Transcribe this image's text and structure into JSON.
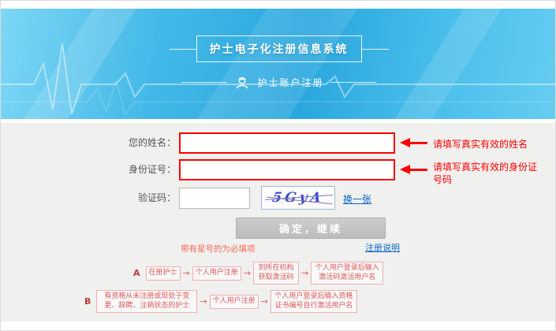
{
  "banner": {
    "title": "护士电子化注册信息系统",
    "subtitle": "护士账户注册"
  },
  "form": {
    "name": {
      "label": "您的姓名：",
      "value": "",
      "hint": "请填写真实有效的姓名"
    },
    "id": {
      "label": "身份证号：",
      "value": "",
      "hint": "请填写真实有效的身份证号码"
    },
    "captcha": {
      "label": "验证码：",
      "value": "",
      "image_text": "5GyA",
      "refresh_label": "换一张"
    },
    "submit_label": "确定，继续",
    "required_note": "带有星号的为必填项",
    "help_link": "注册说明"
  },
  "flows": [
    {
      "label": "A",
      "steps": [
        "在册护士",
        "个人用户注册",
        "到所在机构获取激活码",
        "个人用户登录后输入激活码激活用户名"
      ]
    },
    {
      "label": "B",
      "steps": [
        "有资格从未注册或现处于变更、辞聘、注销状态的护士",
        "个人用户注册",
        "个人用户登录后输入资格证书编号自行激活用户名"
      ]
    }
  ],
  "icons": {
    "flow_arrow": "→"
  },
  "colors": {
    "input_alert_border": "#ff0000",
    "hint_red": "#ff0000",
    "link_blue": "#0a64c8",
    "flow_red": "#e05a5a",
    "banner_blue": "#2fa9df"
  }
}
